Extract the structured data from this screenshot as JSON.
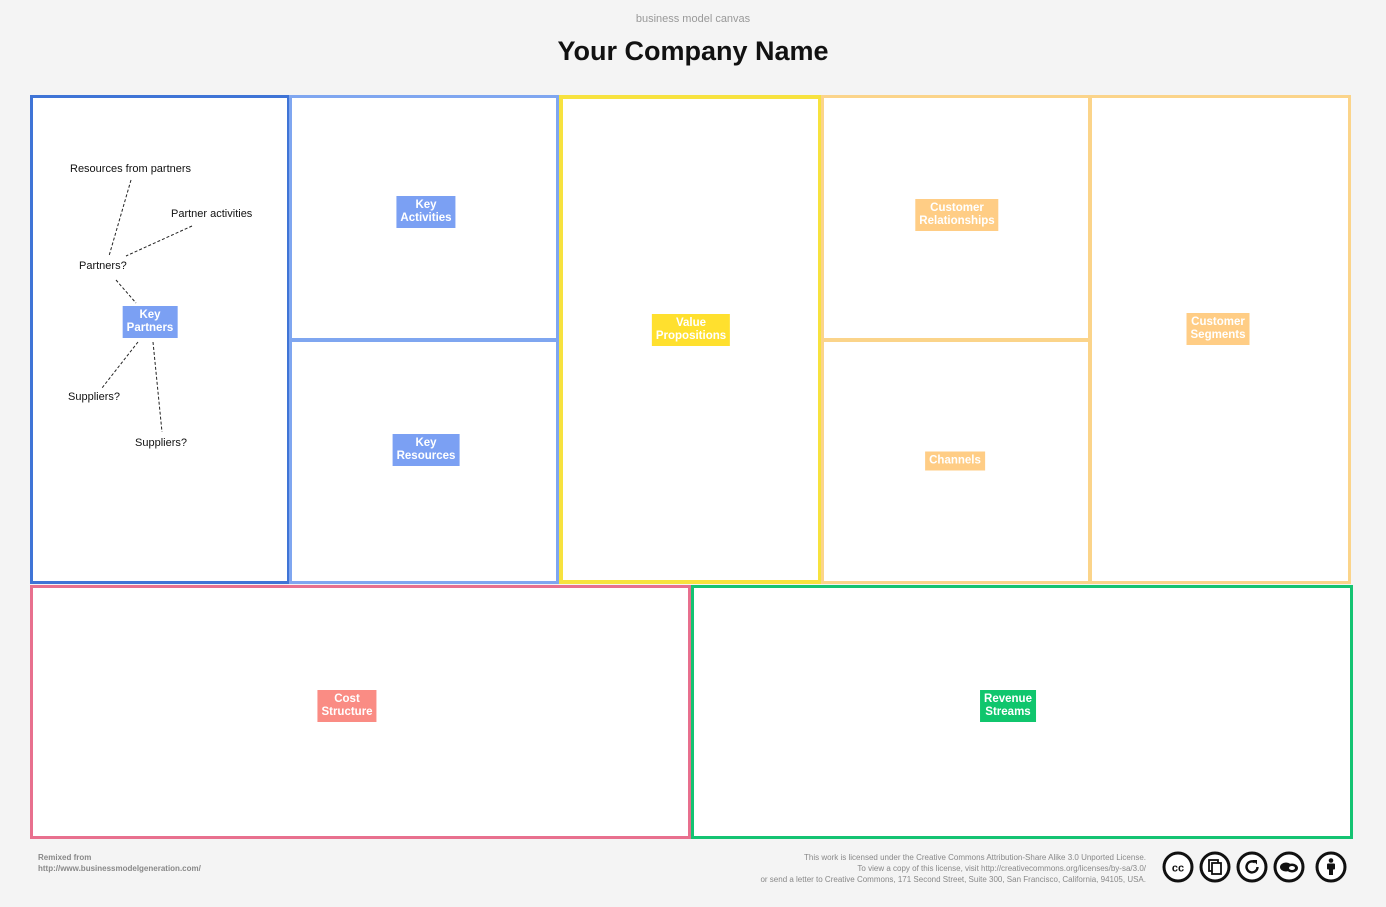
{
  "header": {
    "subtitle": "business model canvas",
    "title": "Your Company Name"
  },
  "blocks": {
    "key_partners": {
      "label": "Key\nPartners",
      "color": "#7ba0f3",
      "border": "#3f74d6"
    },
    "key_activities": {
      "label": "Key\nActivities",
      "color": "#7ba0f3",
      "border": "#7fa6f0"
    },
    "key_resources": {
      "label": "Key\nResources",
      "color": "#7ba0f3",
      "border": "#7fa6f0"
    },
    "value_propositions": {
      "label": "Value\nPropositions",
      "color": "#ffe02e",
      "border": "#f7e23e"
    },
    "customer_relationships": {
      "label": "Customer\nRelationships",
      "color": "#ffcd85",
      "border": "#fbd48a"
    },
    "channels": {
      "label": "Channels",
      "color": "#ffcd85",
      "border": "#fbd48a"
    },
    "customer_segments": {
      "label": "Customer\nSegments",
      "color": "#ffcd85",
      "border": "#fbd48a"
    },
    "cost_structure": {
      "label": "Cost\nStructure",
      "color": "#fa8c84",
      "border": "#e8708e"
    },
    "revenue_streams": {
      "label": "Revenue\nStreams",
      "color": "#10c66d",
      "border": "#14c372"
    }
  },
  "partner_notes": {
    "resources": "Resources from partners",
    "activities": "Partner activities",
    "partners": "Partners?",
    "suppliers_1": "Suppliers?",
    "suppliers_2": "Suppliers?"
  },
  "footer": {
    "remix_line1": "Remixed from",
    "remix_line2": "http://www.businessmodelgeneration.com/",
    "license_line1": "This work is licensed under the Creative Commons Attribution-Share Alike 3.0 Unported License.",
    "license_line2": "To view a copy of this license, visit http://creativecommons.org/licenses/by-sa/3.0/",
    "license_line3": "or send a letter to Creative Commons, 171 Second Street, Suite 300, San Francisco, California, 94105, USA."
  },
  "license_icons": [
    "cc-icon",
    "copy-icon",
    "share-alike-icon",
    "remix-icon",
    "attribution-icon"
  ]
}
